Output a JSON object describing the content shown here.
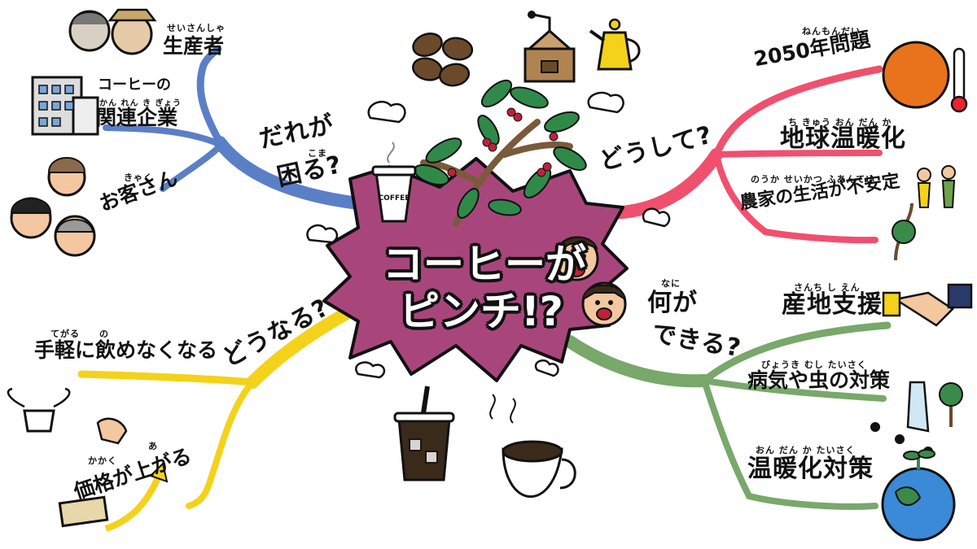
{
  "center": {
    "line1": "コーヒーが",
    "line2": "ピンチ!?"
  },
  "questions": {
    "who": {
      "line1": "だれが",
      "line2": "困る?",
      "ruby": "こま"
    },
    "why": {
      "text": "どうして?"
    },
    "what_happens": {
      "text": "どうなる?"
    },
    "what_can": {
      "text": "何が",
      "line2": "できる?",
      "ruby": "なに"
    }
  },
  "who_items": [
    {
      "label": "生産者",
      "ruby": "せいさんしゃ"
    },
    {
      "label_line1": "コーヒーの",
      "label": "関連企業",
      "ruby": "かん れん き ぎょう"
    },
    {
      "label": "お客さん",
      "ruby": "きゃく"
    }
  ],
  "why_items": [
    {
      "label": "2050年問題",
      "ruby": "ねんもんだい"
    },
    {
      "label": "地球温暖化",
      "ruby": "ち きゅう おん だん か"
    },
    {
      "label": "農家の生活が不安定",
      "ruby": "のうか せいかつ ふあんてい"
    }
  ],
  "happen_items": [
    {
      "label": "手軽に飲めなくなる",
      "ruby1": "てがる",
      "ruby2": "の"
    },
    {
      "label": "価格が上がる",
      "ruby1": "かかく",
      "ruby2": "あ"
    }
  ],
  "can_items": [
    {
      "label": "産地支援",
      "ruby": "さんち し えん"
    },
    {
      "label": "病気や虫の対策",
      "ruby": "びょうき むし たいさく"
    },
    {
      "label": "温暖化対策",
      "ruby": "おん だん か たいさく"
    }
  ],
  "cup_text": "COFFEE",
  "colors": {
    "blue": "#5b7fc7",
    "pink": "#f0506e",
    "yellow": "#f4d21a",
    "green": "#78a86a",
    "burst": "#a8467c"
  }
}
